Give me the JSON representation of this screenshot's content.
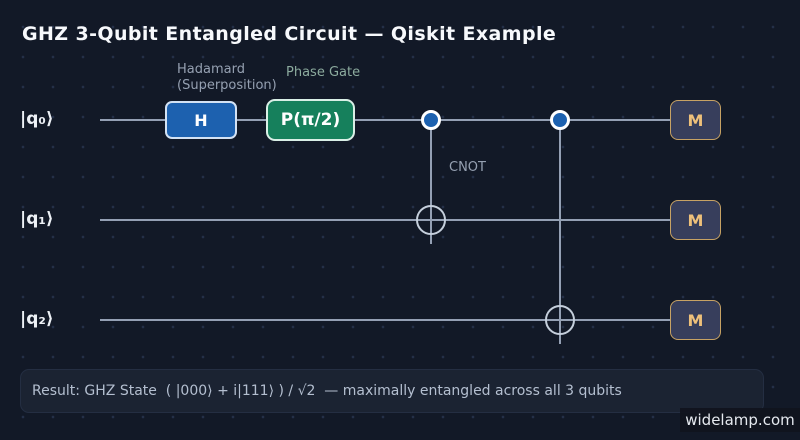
{
  "page": {
    "title": "GHZ 3-Qubit Entangled Circuit — Qiskit Example"
  },
  "annotations": {
    "hadamard_line1": "Hadamard",
    "hadamard_line2": "(Superposition)",
    "phase_gate": "Phase Gate",
    "cnot": "CNOT"
  },
  "qubits": [
    {
      "label": "|q₀⟩"
    },
    {
      "label": "|q₁⟩"
    },
    {
      "label": "|q₂⟩"
    }
  ],
  "gates": {
    "hadamard_label": "H",
    "phase_label": "P(π/2)",
    "measure_label": "M"
  },
  "result_text": "Result: GHZ State  ( |000⟩ + i|111⟩ ) / √2  — maximally entangled across all 3 qubits",
  "watermark": "widelamp.com",
  "colors": {
    "background": "#121927",
    "hadamard_gate_fill": "#1d61af",
    "phase_gate_fill": "#16805c",
    "control_dot_fill": "#1d61af",
    "wire": "#94a0b4",
    "measure_gate_fill": "#373e5c",
    "measure_border": "#c7a264",
    "measure_text": "#eec07a",
    "annotation_text": "#95a0b1",
    "phase_annotation_text": "#8cab9e",
    "result_text": "#b4bfd0",
    "title_text": "#f7f9fc"
  }
}
